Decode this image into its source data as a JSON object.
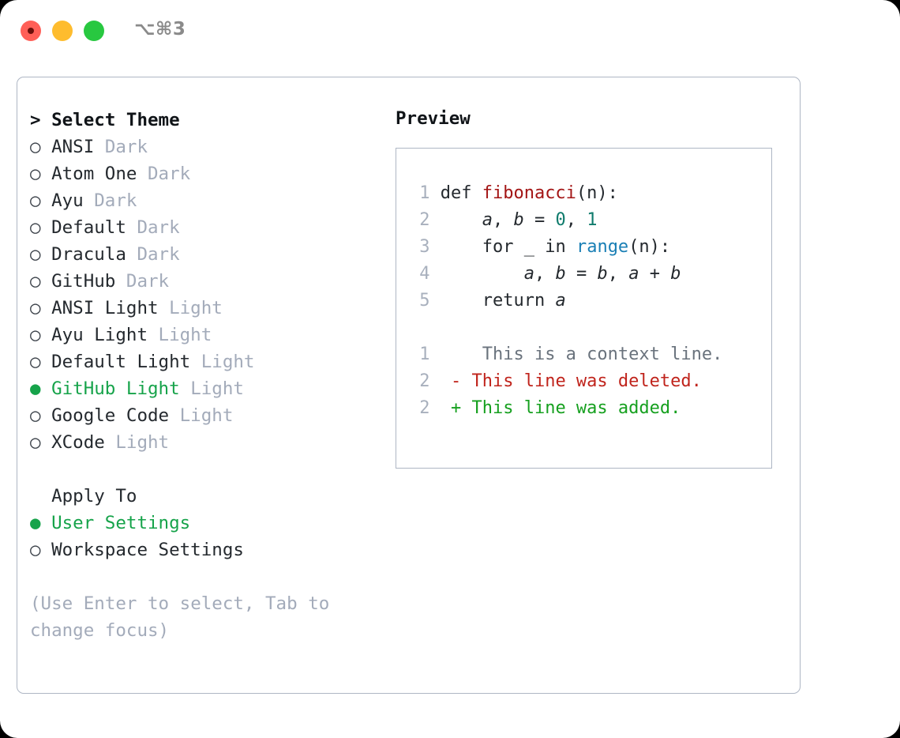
{
  "window": {
    "title": "⌥⌘3",
    "traffic_lights": [
      {
        "name": "close",
        "color": "#ff5f57"
      },
      {
        "name": "minimize",
        "color": "#febc2e"
      },
      {
        "name": "maximize",
        "color": "#28c840"
      }
    ]
  },
  "theme_picker": {
    "header": "> Select Theme",
    "bullet_empty": "○",
    "bullet_filled": "●",
    "items": [
      {
        "name": "ANSI",
        "tag": "Dark",
        "selected": false
      },
      {
        "name": "Atom One",
        "tag": "Dark",
        "selected": false
      },
      {
        "name": "Ayu",
        "tag": "Dark",
        "selected": false
      },
      {
        "name": "Default",
        "tag": "Dark",
        "selected": false
      },
      {
        "name": "Dracula",
        "tag": "Dark",
        "selected": false
      },
      {
        "name": "GitHub",
        "tag": "Dark",
        "selected": false
      },
      {
        "name": "ANSI Light",
        "tag": "Light",
        "selected": false
      },
      {
        "name": "Ayu Light",
        "tag": "Light",
        "selected": false
      },
      {
        "name": "Default Light",
        "tag": "Light",
        "selected": false
      },
      {
        "name": "GitHub Light",
        "tag": "Light",
        "selected": true
      },
      {
        "name": "Google Code",
        "tag": "Light",
        "selected": false
      },
      {
        "name": "XCode",
        "tag": "Light",
        "selected": false
      }
    ]
  },
  "apply_to": {
    "label": "Apply To",
    "options": [
      {
        "name": "User Settings",
        "selected": true
      },
      {
        "name": "Workspace Settings",
        "selected": false
      }
    ]
  },
  "help": {
    "text": "(Use Enter to select, Tab to change focus)"
  },
  "preview": {
    "header": "Preview",
    "code_lines": [
      {
        "lnum": "1",
        "tokens": [
          {
            "text": "def ",
            "style": "kw"
          },
          {
            "text": "fibonacci",
            "style": "fn"
          },
          {
            "text": "(n):",
            "style": "plain"
          }
        ]
      },
      {
        "lnum": "2",
        "tokens": [
          {
            "text": "    ",
            "style": "plain"
          },
          {
            "text": "a",
            "style": "var"
          },
          {
            "text": ", ",
            "style": "plain"
          },
          {
            "text": "b",
            "style": "var"
          },
          {
            "text": " = ",
            "style": "plain"
          },
          {
            "text": "0",
            "style": "num"
          },
          {
            "text": ", ",
            "style": "plain"
          },
          {
            "text": "1",
            "style": "num"
          }
        ]
      },
      {
        "lnum": "3",
        "tokens": [
          {
            "text": "    for ",
            "style": "kw"
          },
          {
            "text": "_ ",
            "style": "plain"
          },
          {
            "text": "in ",
            "style": "kw"
          },
          {
            "text": "range",
            "style": "call"
          },
          {
            "text": "(n):",
            "style": "plain"
          }
        ]
      },
      {
        "lnum": "4",
        "tokens": [
          {
            "text": "        ",
            "style": "plain"
          },
          {
            "text": "a",
            "style": "var"
          },
          {
            "text": ", ",
            "style": "plain"
          },
          {
            "text": "b",
            "style": "var"
          },
          {
            "text": " = ",
            "style": "plain"
          },
          {
            "text": "b",
            "style": "var"
          },
          {
            "text": ", ",
            "style": "plain"
          },
          {
            "text": "a",
            "style": "var"
          },
          {
            "text": " + ",
            "style": "plain"
          },
          {
            "text": "b",
            "style": "var"
          }
        ]
      },
      {
        "lnum": "5",
        "tokens": [
          {
            "text": "    return ",
            "style": "kw"
          },
          {
            "text": "a",
            "style": "var"
          }
        ]
      }
    ],
    "diff_lines": [
      {
        "lnum": "1",
        "marker": " ",
        "text": "  This is a context line.",
        "kind": "context"
      },
      {
        "lnum": "2",
        "marker": "-",
        "text": " This line was deleted.",
        "kind": "deleted"
      },
      {
        "lnum": "2",
        "marker": "+",
        "text": " This line was added.",
        "kind": "added"
      }
    ]
  },
  "colors": {
    "accent_green": "#16a34a",
    "tag_gray": "#a3abba",
    "border": "#aeb6c4",
    "diff_deleted": "#c0241c",
    "diff_added": "#16a01f",
    "fn_red": "#a31515",
    "num_teal": "#0f7b6c",
    "call_blue": "#1a7fb5"
  }
}
